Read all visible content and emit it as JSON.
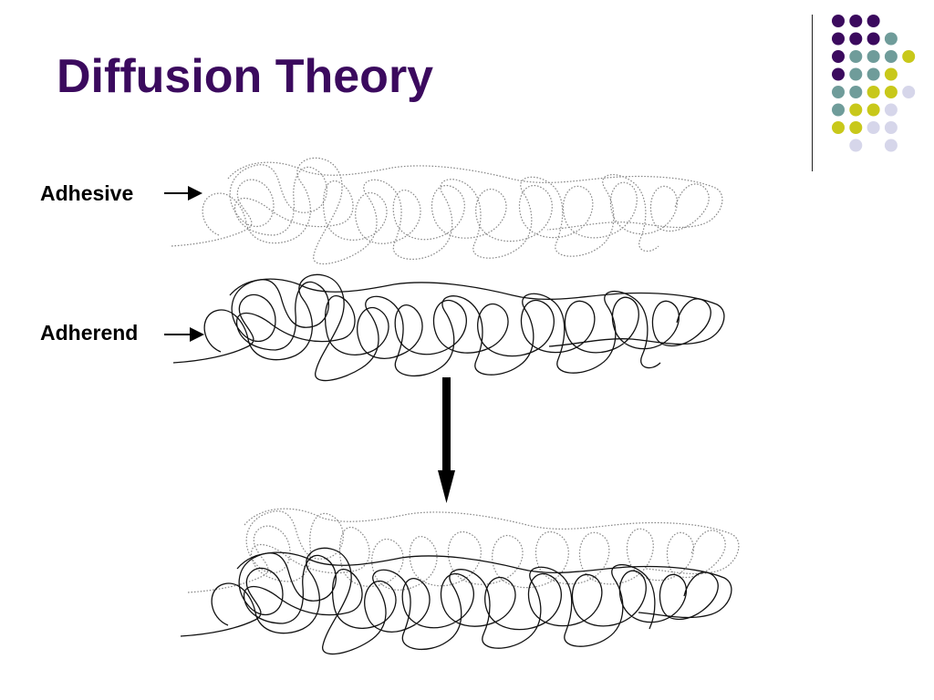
{
  "slide": {
    "title": "Diffusion Theory"
  },
  "labels": {
    "adhesive": "Adhesive",
    "adherend": "Adherend"
  },
  "colors": {
    "title": "#3b0a5e",
    "purple": "#3b0a5e",
    "teal": "#6f9c9a",
    "yellow": "#c8c81a",
    "lavender": "#d6d6ea",
    "adhesive_strand": "#888888",
    "adherend_strand": "#111111"
  },
  "dot_grid": [
    [
      "purple",
      "purple",
      "purple",
      "",
      ""
    ],
    [
      "purple",
      "purple",
      "purple",
      "teal",
      ""
    ],
    [
      "purple",
      "teal",
      "teal",
      "teal",
      "yellow"
    ],
    [
      "purple",
      "teal",
      "teal",
      "yellow",
      ""
    ],
    [
      "teal",
      "teal",
      "yellow",
      "yellow",
      "lavender"
    ],
    [
      "teal",
      "yellow",
      "yellow",
      "lavender",
      ""
    ],
    [
      "yellow",
      "yellow",
      "lavender",
      "lavender",
      ""
    ],
    [
      "",
      "lavender",
      "",
      "lavender",
      ""
    ]
  ]
}
